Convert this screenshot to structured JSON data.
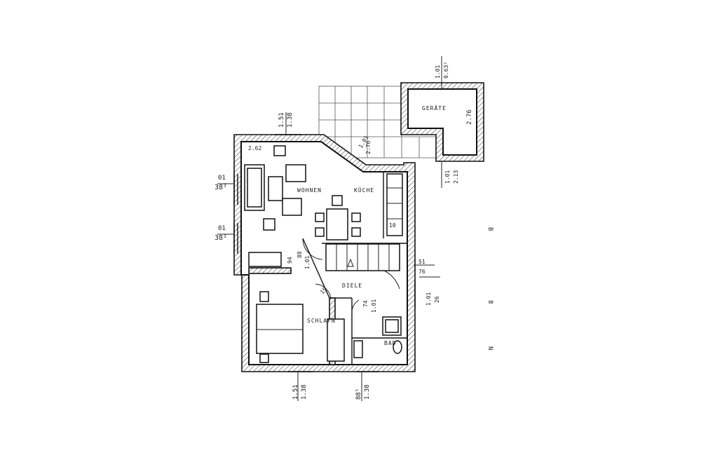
{
  "rooms": {
    "wohnen": "WOHNEN",
    "kueche": "KÜCHE",
    "diele": "DIELE",
    "schlafen": "SCHLAFN",
    "bad": "BAD",
    "geraete": "GERÄTE"
  },
  "dimensions": {
    "top_window_a": "1.51",
    "top_window_b": "1.38",
    "ceiling_mark": "2.62",
    "left_window_top_a": "01",
    "left_window_top_b": "38²",
    "left_window_bot_a": "01",
    "left_window_bot_b": "38²",
    "bay_a": "1.01",
    "bay_b": "2.76",
    "garage_top_a": "1.01",
    "garage_top_b": "0.63²",
    "garage_side": "2.76",
    "garage_bot_a": "1.01",
    "garage_bot_b": "2.13",
    "diag_a": "88",
    "diag_b": "1.01",
    "diag_c": "94",
    "stair_a": "51",
    "stair_b": "76",
    "right_a": "1.01",
    "right_b": "26",
    "door_diele_a": "74",
    "door_diele_b": "1.01",
    "bottom_win_a": "1.51",
    "bottom_win_b": "1.38",
    "bottom_door_a": "88⁵",
    "bottom_door_b": "1.38",
    "small_a": "15",
    "kitchen_unit": "10"
  },
  "margin_marks": [
    "B",
    "8",
    "N"
  ]
}
